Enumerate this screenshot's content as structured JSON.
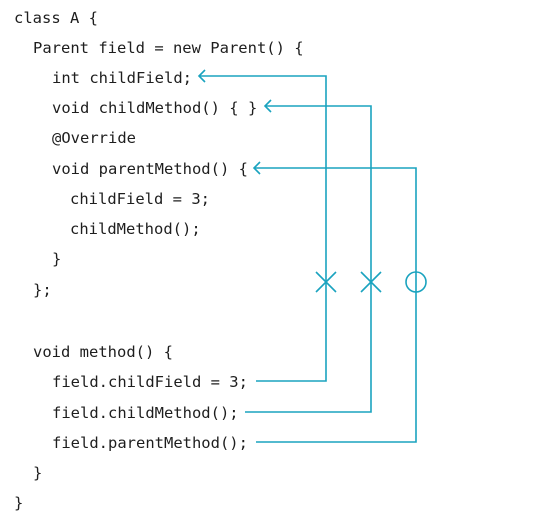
{
  "code": {
    "lines": [
      "class A {",
      "Parent field = new Parent() {",
      "int childField;",
      "void childMethod() { }",
      "@Override",
      "void parentMethod() {",
      "childField = 3;",
      "childMethod();",
      "}",
      "};",
      "",
      "void method() {",
      "field.childField = 3;",
      "field.childMethod();",
      "field.parentMethod();",
      "}",
      "}"
    ]
  },
  "accessibility": [
    {
      "from": "field.childField = 3;",
      "to": "int childField;",
      "accessible": false,
      "marker": "cross"
    },
    {
      "from": "field.childMethod();",
      "to": "void childMethod() { }",
      "accessible": false,
      "marker": "cross"
    },
    {
      "from": "field.parentMethod();",
      "to": "void parentMethod() {",
      "accessible": true,
      "marker": "circle"
    }
  ],
  "colors": {
    "code_text": "#1e1e1e",
    "connector": "#1aa3bf",
    "background": "#ffffff"
  }
}
